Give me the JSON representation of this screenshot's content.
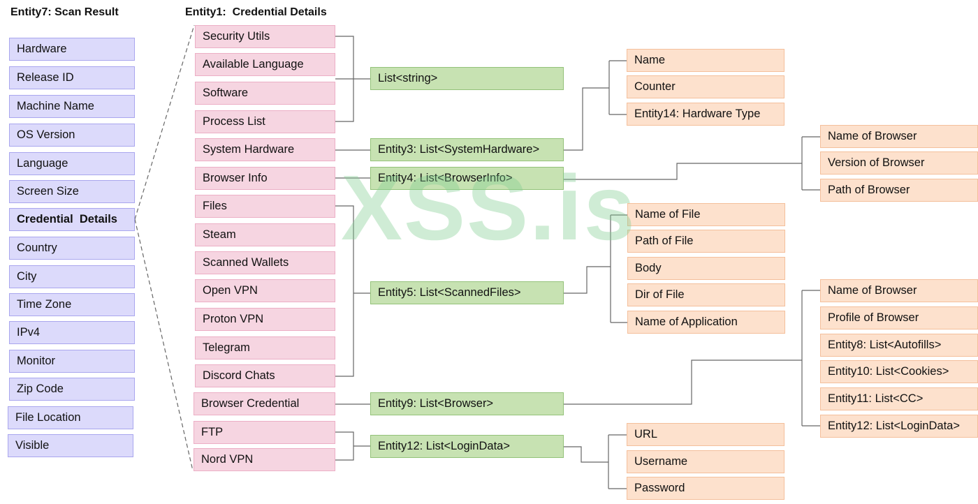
{
  "scan_result": {
    "title": "Entity7: Scan Result",
    "items": [
      "Hardware",
      "Release ID",
      "Machine Name",
      "OS Version",
      "Language",
      "Screen Size",
      "Credential  Details",
      "Country",
      "City",
      "Time Zone",
      "IPv4",
      "Monitor",
      "Zip Code",
      "File Location",
      "Visible"
    ]
  },
  "credential_details": {
    "title": "Entity1:  Credential Details",
    "items": [
      "Security Utils",
      "Available Language",
      "Software",
      "Process List",
      "System Hardware",
      "Browser Info",
      "Files",
      "Steam",
      "Scanned Wallets",
      "Open VPN",
      "Proton VPN",
      "Telegram",
      "Discord Chats",
      "Browser Credential",
      "FTP",
      "Nord VPN"
    ]
  },
  "lists": [
    "List<string>",
    "Entity3: List<SystemHardware>",
    "Entity4: List<BrowserInfo>",
    "Entity5: List<ScannedFiles>",
    "Entity9: List<Browser>",
    "Entity12: List<LoginData>"
  ],
  "hardware_fields": [
    "Name",
    "Counter",
    "Entity14: Hardware Type"
  ],
  "browser_info_fields": [
    "Name of Browser",
    "Version of Browser",
    "Path of Browser"
  ],
  "file_fields": [
    "Name of File",
    "Path of File",
    "Body",
    "Dir of File",
    "Name of Application"
  ],
  "browser_fields": [
    "Name of Browser",
    "Profile of Browser",
    "Entity8: List<Autofills>",
    "Entity10: List<Cookies>",
    "Entity11: List<CC>",
    "Entity12: List<LoginData>"
  ],
  "login_fields": [
    "URL",
    "Username",
    "Password"
  ],
  "watermark": "XSS.is",
  "colors": {
    "lavender": "#dcdafb",
    "pink": "#f6d5e1",
    "green": "#c7e2b2",
    "peach": "#fde1cd",
    "line": "#666666"
  }
}
